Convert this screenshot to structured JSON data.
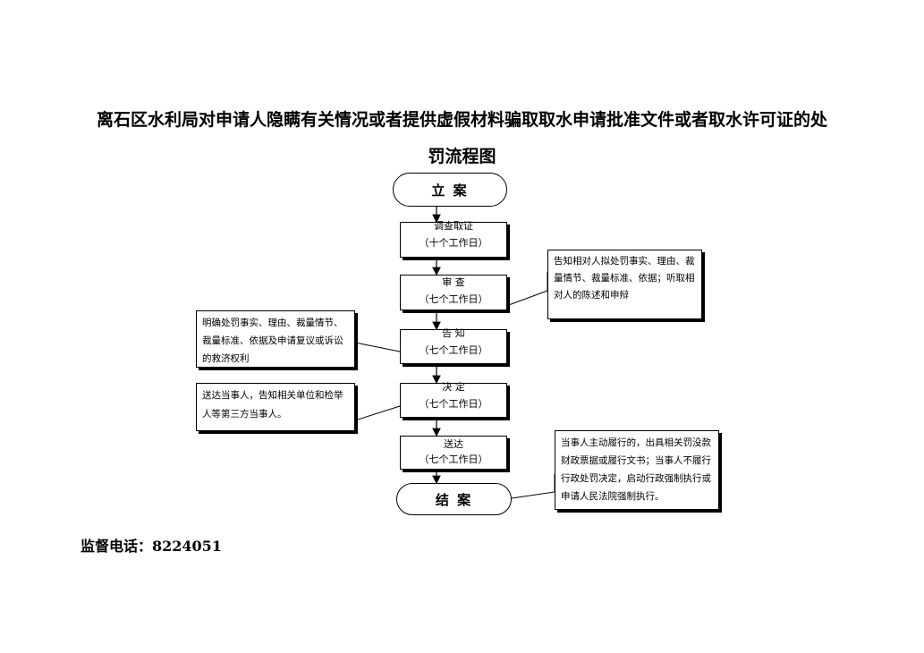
{
  "title": {
    "line1": "离石区水利局对申请人隐瞒有关情况或者提供虚假材料骗取取水申请批准文件或者取水许可证的处",
    "line2": "罚流程图"
  },
  "flow": {
    "start": "立  案",
    "steps": [
      {
        "name": "调查取证",
        "duration": "（十个工作日）"
      },
      {
        "name": "审   查",
        "duration": "（七个工作日）"
      },
      {
        "name": "告   知",
        "duration": "（七个工作日）"
      },
      {
        "name": "决   定",
        "duration": "（七个工作日）"
      },
      {
        "name": "送达",
        "duration": "（七个工作日）"
      }
    ],
    "end": "结  案"
  },
  "notes": {
    "review": [
      "告知相对人拟处罚事实、理由、裁",
      "量情节、裁量标准、依据；听取相",
      "对人的陈述和申辩"
    ],
    "notify": [
      "明确处罚事实、理由、裁量情节、",
      "裁量标准、依据及申请复议或诉讼",
      "的救济权利"
    ],
    "decide": [
      "送达当事人，告知相关单位和检举",
      "人等第三方当事人。"
    ],
    "close": [
      "当事人主动履行的，出具相关罚没款",
      "财政票据或履行文书；当事人不履行",
      "行政处罚决定，启动行政强制执行或",
      "申请人民法院强制执行。"
    ]
  },
  "footer": {
    "label": "监督电话：",
    "phone": "8224051"
  }
}
